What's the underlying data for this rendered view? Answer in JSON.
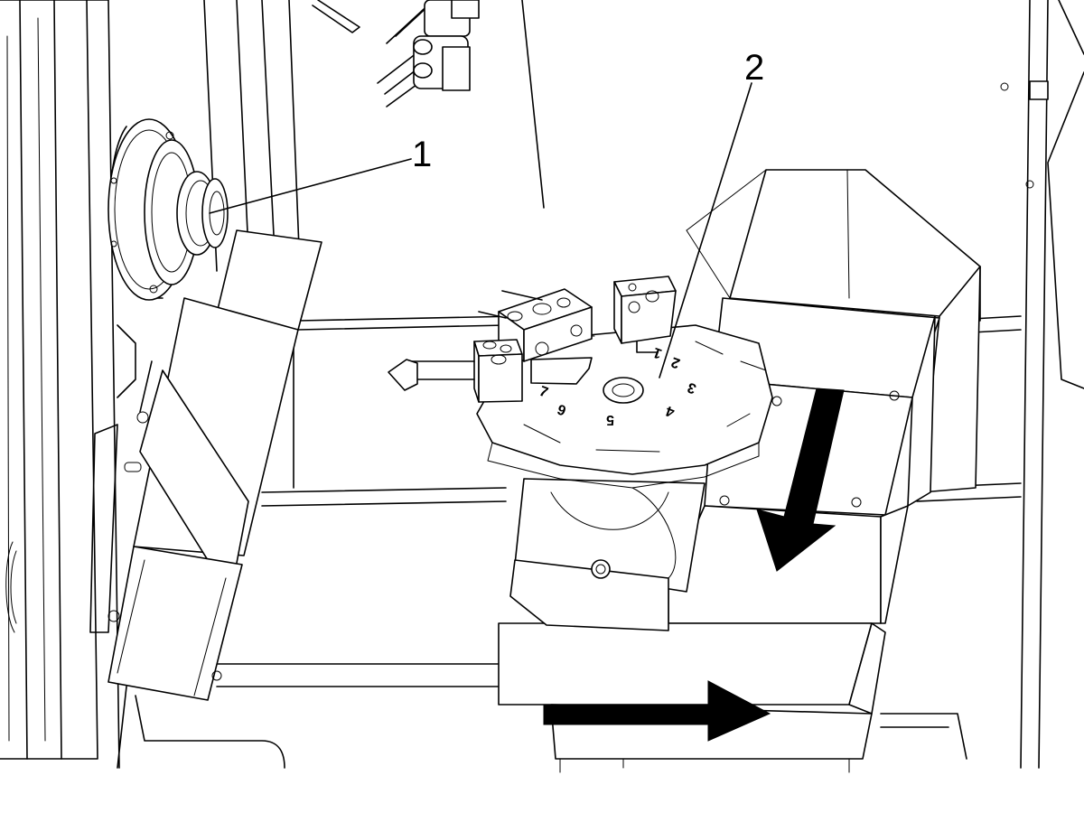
{
  "diagram": {
    "callouts": [
      {
        "id": "callout-1",
        "label": "1"
      },
      {
        "id": "callout-2",
        "label": "2"
      }
    ],
    "turret_station_numbers": [
      "1",
      "2",
      "3",
      "4",
      "5",
      "6",
      "7"
    ],
    "arrows": [
      {
        "id": "arrow-down-left"
      },
      {
        "id": "arrow-right"
      }
    ],
    "colors": {
      "line": "#000000",
      "background": "#ffffff",
      "arrow_fill": "#000000"
    }
  }
}
